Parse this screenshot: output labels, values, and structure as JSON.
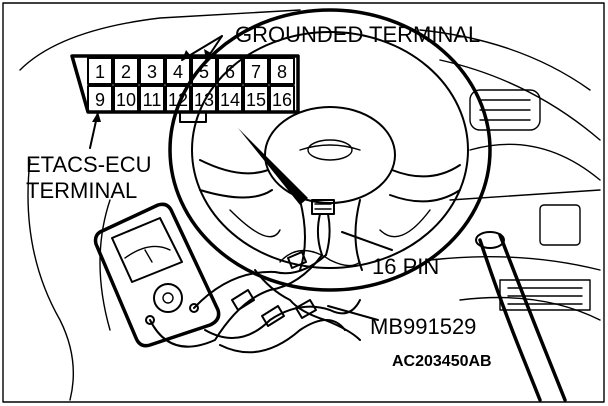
{
  "labels": {
    "grounded_terminal": "GROUNDED TERMINAL",
    "etacs_line1": "ETACS-ECU",
    "etacs_line2": "TERMINAL",
    "pin16": "16 PIN",
    "tool": "MB991529",
    "figure_code": "AC203450AB"
  },
  "connector": {
    "top_row": [
      "1",
      "2",
      "3",
      "4",
      "5",
      "6",
      "7",
      "8"
    ],
    "bottom_row": [
      "9",
      "10",
      "11",
      "12",
      "13",
      "14",
      "15",
      "16"
    ]
  }
}
